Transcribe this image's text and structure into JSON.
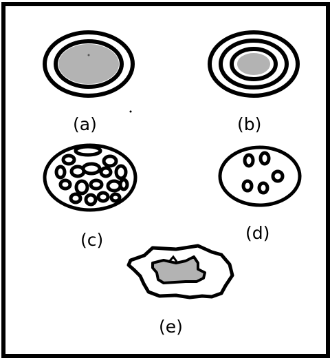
{
  "labels": {
    "a": "(a)",
    "b": "(b)",
    "c": "(c)",
    "d": "(d)",
    "e": "(e)"
  },
  "colors": {
    "stroke": "#000000",
    "fill": "#b3b3b3",
    "background": "#ffffff"
  }
}
